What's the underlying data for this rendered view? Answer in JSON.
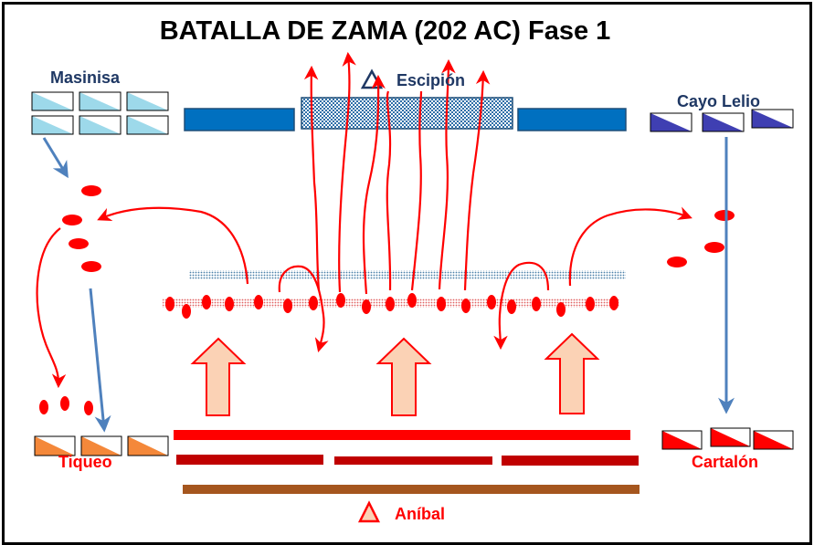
{
  "title": "BATALLA  DE  ZAMA  (202 AC) Fase 1",
  "labels": {
    "masinisa": "Masinisa",
    "escipion": "Escipión",
    "lelio": "Cayo Lelio",
    "tiqueo": "Tiqueo",
    "cartalon": "Cartalón",
    "anibal": "Aníbal"
  },
  "colors": {
    "roman_infantry": "#0070C0",
    "roman_cavalry_masinisa": "#9DD9EA",
    "roman_cavalry_lelio": "#3F3FB2",
    "carthaginian": "#FF0000",
    "carthaginian_dark": "#C00000",
    "veterans": "#A5561E",
    "numidian_cavalry_tiqueo": "#F4883A",
    "advance_arrow": "#FBD2B5",
    "movement_arrow": "#4F81BD"
  }
}
